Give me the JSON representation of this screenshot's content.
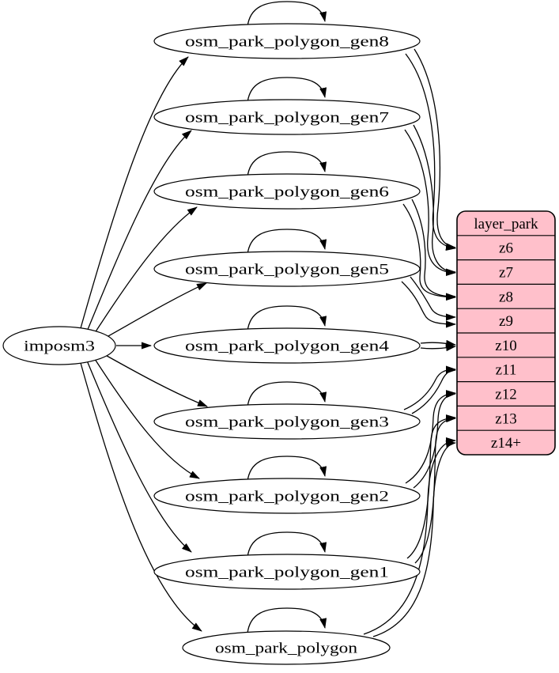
{
  "diagram": {
    "kind": "etl-graph",
    "background": "#ffffff",
    "edge_color": "#000000",
    "node_fill": "#ffffff",
    "node_stroke": "#000000",
    "nodes": [
      {
        "id": "imposm3",
        "label": "imposm3"
      },
      {
        "id": "osm_park_polygon_gen8",
        "label": "osm_park_polygon_gen8"
      },
      {
        "id": "osm_park_polygon_gen7",
        "label": "osm_park_polygon_gen7"
      },
      {
        "id": "osm_park_polygon_gen6",
        "label": "osm_park_polygon_gen6"
      },
      {
        "id": "osm_park_polygon_gen5",
        "label": "osm_park_polygon_gen5"
      },
      {
        "id": "osm_park_polygon_gen4",
        "label": "osm_park_polygon_gen4"
      },
      {
        "id": "osm_park_polygon_gen3",
        "label": "osm_park_polygon_gen3"
      },
      {
        "id": "osm_park_polygon_gen2",
        "label": "osm_park_polygon_gen2"
      },
      {
        "id": "osm_park_polygon_gen1",
        "label": "osm_park_polygon_gen1"
      },
      {
        "id": "osm_park_polygon",
        "label": "osm_park_polygon"
      }
    ],
    "table": {
      "id": "layer_park",
      "title": "layer_park",
      "fill": "#ffc0cb",
      "stroke": "#000000",
      "rows": [
        "z6",
        "z7",
        "z8",
        "z9",
        "z10",
        "z11",
        "z12",
        "z13",
        "z14+"
      ]
    },
    "edges": [
      {
        "from": "imposm3",
        "to": "osm_park_polygon_gen8"
      },
      {
        "from": "imposm3",
        "to": "osm_park_polygon_gen7"
      },
      {
        "from": "imposm3",
        "to": "osm_park_polygon_gen6"
      },
      {
        "from": "imposm3",
        "to": "osm_park_polygon_gen5"
      },
      {
        "from": "imposm3",
        "to": "osm_park_polygon_gen4"
      },
      {
        "from": "imposm3",
        "to": "osm_park_polygon_gen3"
      },
      {
        "from": "imposm3",
        "to": "osm_park_polygon_gen2"
      },
      {
        "from": "imposm3",
        "to": "osm_park_polygon_gen1"
      },
      {
        "from": "imposm3",
        "to": "osm_park_polygon"
      },
      {
        "from": "osm_park_polygon_gen8",
        "to": "osm_park_polygon_gen8",
        "kind": "self-loop"
      },
      {
        "from": "osm_park_polygon_gen7",
        "to": "osm_park_polygon_gen7",
        "kind": "self-loop"
      },
      {
        "from": "osm_park_polygon_gen6",
        "to": "osm_park_polygon_gen6",
        "kind": "self-loop"
      },
      {
        "from": "osm_park_polygon_gen5",
        "to": "osm_park_polygon_gen5",
        "kind": "self-loop"
      },
      {
        "from": "osm_park_polygon_gen4",
        "to": "osm_park_polygon_gen4",
        "kind": "self-loop"
      },
      {
        "from": "osm_park_polygon_gen3",
        "to": "osm_park_polygon_gen3",
        "kind": "self-loop"
      },
      {
        "from": "osm_park_polygon_gen2",
        "to": "osm_park_polygon_gen2",
        "kind": "self-loop"
      },
      {
        "from": "osm_park_polygon_gen1",
        "to": "osm_park_polygon_gen1",
        "kind": "self-loop"
      },
      {
        "from": "osm_park_polygon",
        "to": "osm_park_polygon",
        "kind": "self-loop"
      },
      {
        "from": "osm_park_polygon_gen8",
        "to": "layer_park.z6"
      },
      {
        "from": "osm_park_polygon_gen8",
        "to": "layer_park.z6"
      },
      {
        "from": "osm_park_polygon_gen7",
        "to": "layer_park.z7"
      },
      {
        "from": "osm_park_polygon_gen7",
        "to": "layer_park.z7"
      },
      {
        "from": "osm_park_polygon_gen6",
        "to": "layer_park.z8"
      },
      {
        "from": "osm_park_polygon_gen6",
        "to": "layer_park.z8"
      },
      {
        "from": "osm_park_polygon_gen5",
        "to": "layer_park.z9"
      },
      {
        "from": "osm_park_polygon_gen5",
        "to": "layer_park.z9"
      },
      {
        "from": "osm_park_polygon_gen4",
        "to": "layer_park.z10"
      },
      {
        "from": "osm_park_polygon_gen4",
        "to": "layer_park.z10"
      },
      {
        "from": "osm_park_polygon_gen3",
        "to": "layer_park.z11"
      },
      {
        "from": "osm_park_polygon_gen3",
        "to": "layer_park.z11"
      },
      {
        "from": "osm_park_polygon_gen2",
        "to": "layer_park.z12"
      },
      {
        "from": "osm_park_polygon_gen2",
        "to": "layer_park.z12"
      },
      {
        "from": "osm_park_polygon_gen1",
        "to": "layer_park.z13"
      },
      {
        "from": "osm_park_polygon_gen1",
        "to": "layer_park.z13"
      },
      {
        "from": "osm_park_polygon",
        "to": "layer_park.z14+"
      },
      {
        "from": "osm_park_polygon",
        "to": "layer_park.z14+"
      }
    ]
  }
}
